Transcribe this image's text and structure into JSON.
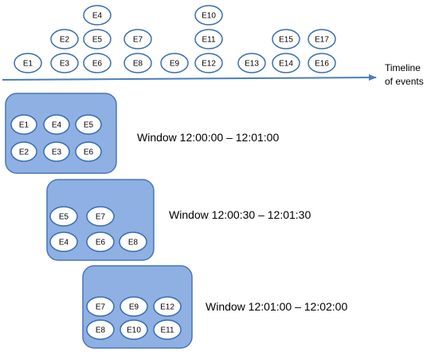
{
  "colors": {
    "ellipse_stroke": "#3a6db2",
    "ellipse_fill": "#ffffff",
    "window_fill": "#8eb0e2",
    "window_stroke": "#4a75b8",
    "axis": "#4a7ebb"
  },
  "timeline": {
    "label_line1": "Timeline",
    "label_line2": "of events",
    "columns": [
      [
        "E1"
      ],
      [
        "E2",
        "E3"
      ],
      [
        "E4",
        "E5",
        "E6"
      ],
      [
        "E7",
        "E8"
      ],
      [
        "E9"
      ],
      [
        "E10",
        "E11",
        "E12"
      ],
      [
        "E13"
      ],
      [
        "E15",
        "E14"
      ],
      [
        "E17",
        "E16"
      ]
    ]
  },
  "windows": [
    {
      "label": "Window 12:00:00 – 12:01:00",
      "rows": [
        [
          "E1",
          "E4",
          "E5"
        ],
        [
          "E2",
          "E3",
          "E6"
        ]
      ]
    },
    {
      "label": "Window 12:00:30 – 12:01:30",
      "rows": [
        [
          "E5",
          "E7"
        ],
        [
          "E4",
          "E6",
          "E8"
        ]
      ]
    },
    {
      "label": "Window 12:01:00 – 12:02:00",
      "rows": [
        [
          "E7",
          "E9",
          "E12"
        ],
        [
          "E8",
          "E10",
          "E11"
        ]
      ]
    }
  ]
}
